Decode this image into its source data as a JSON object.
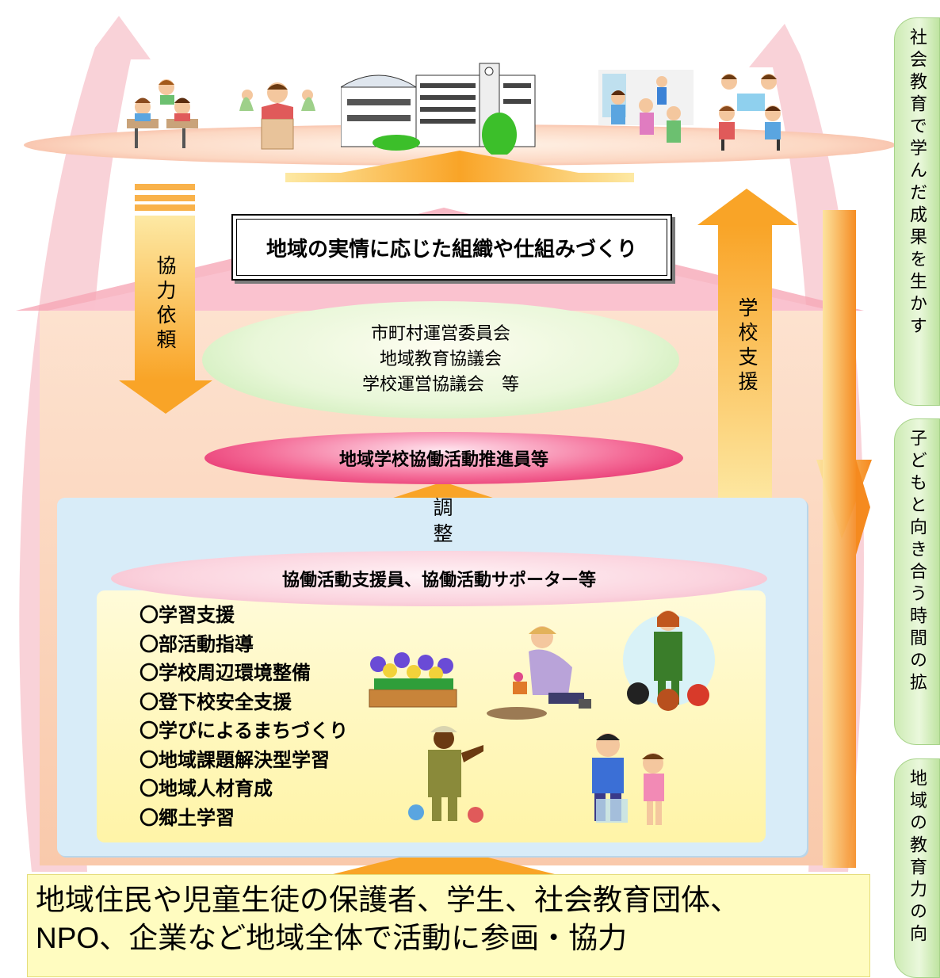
{
  "title": "地域の実情に応じた組織や仕組みづくり",
  "labels": {
    "cooperation_request": "協力依頼",
    "school_support": "学校支援",
    "adjustment": "調整"
  },
  "committee": {
    "line1": "市町村運営委員会",
    "line2": "地域教育協議会",
    "line3": "学校運営協議会　等"
  },
  "promoter": "地域学校協働活動推進員等",
  "supporters": "協働活動支援員、協働活動サポーター等",
  "activities": [
    "〇学習支援",
    "〇部活動指導",
    "〇学校周辺環境整備",
    "〇登下校安全支援",
    "〇学びによるまちづくり",
    "〇地域課題解決型学習",
    "〇地域人材育成",
    "〇郷土学習"
  ],
  "bottom": {
    "line1": "地域住民や児童生徒の保護者、学生、社会教育団体、",
    "line2": "NPO、企業など地域全体で活動に参画・協力"
  },
  "side": [
    "社会教育で学んだ成果を生かす",
    "子どもと向き合う時間の拡",
    "地域の教育力の向"
  ],
  "colors": {
    "pink_arrow": "#f6c2cc",
    "orange_arrow": "#f7a22a",
    "house": "#fbd6c0",
    "green_ellipse": "#bfe8a8",
    "promoter_pink": "#e0165a",
    "blue_panel": "#d8ecf8",
    "yellow_panel": "#fff4a7",
    "bottom_box": "#fffcc0"
  }
}
